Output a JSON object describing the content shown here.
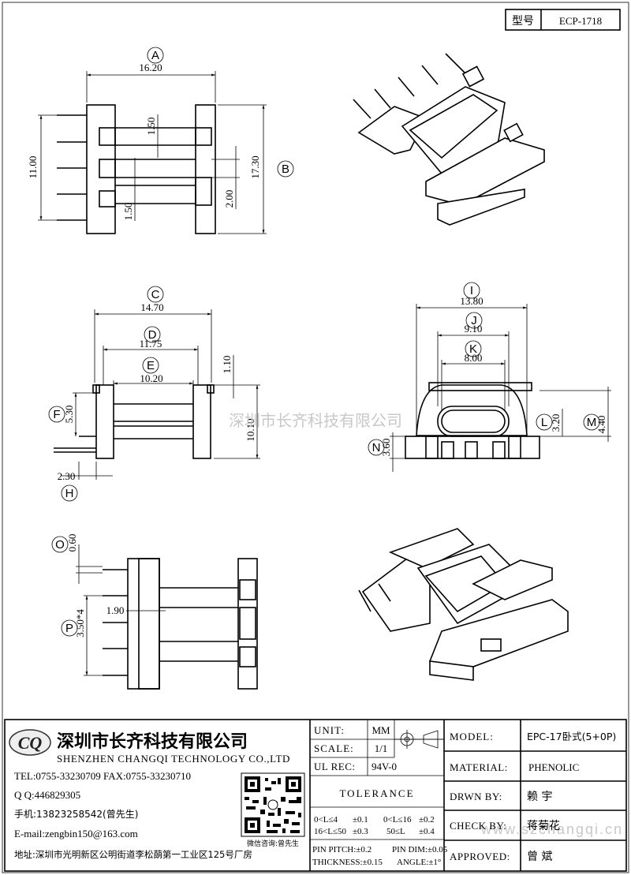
{
  "model_box": {
    "label": "型号",
    "value": "ECP-1718"
  },
  "dims": {
    "A": {
      "letter": "A",
      "value": "16.20"
    },
    "B": {
      "letter": "B",
      "value": "17.30"
    },
    "left_h": "11.00",
    "p150a": "1.50",
    "p150b": "1.50",
    "p200": "2.00",
    "C": {
      "letter": "C",
      "value": "14.70"
    },
    "D": {
      "letter": "D",
      "value": "11.75"
    },
    "E": {
      "letter": "E",
      "value": "10.20"
    },
    "F": {
      "letter": "F",
      "value": "5.30"
    },
    "G_val": "1.10",
    "h1010": "10.10",
    "H": {
      "letter": "H",
      "value": "2.30"
    },
    "I": {
      "letter": "I",
      "value": "13.80"
    },
    "J": {
      "letter": "J",
      "value": "9.10"
    },
    "K": {
      "letter": "K",
      "value": "8.00"
    },
    "L": {
      "letter": "L",
      "value": "3.20"
    },
    "M": {
      "letter": "M",
      "value": "4.40"
    },
    "N": {
      "letter": "N",
      "value": "3.60"
    },
    "O": {
      "letter": "O",
      "value": "0.60"
    },
    "P": {
      "letter": "P",
      "value": "3.50*4"
    },
    "p190": "1.90"
  },
  "watermark": {
    "cn": "深圳市长齐科技有限公司",
    "url": "www.szchangqi.cn"
  },
  "company": {
    "logo_text": "CQ",
    "name_cn": "深圳市长齐科技有限公司",
    "name_en": "SHENZHEN CHANGQI TECHNOLOGY CO.,LTD",
    "tel": "TEL:0755-33230709 FAX:0755-33230710",
    "qq": "Q Q:446829305",
    "mobile": "手机:13823258542(曾先生)",
    "email": "E-mail:zengbin150@163.com",
    "address": "地址:深圳市光明新区公明街道李松蓢第一工业区125号厂房",
    "qr_caption": "微信咨询:曾先生"
  },
  "spec": {
    "unit_label": "UNIT:",
    "unit_value": "MM",
    "scale_label": "SCALE:",
    "scale_value": "1/1",
    "ulrec_label": "UL REC:",
    "ulrec_value": "94V-0",
    "tolerance": "TOLERANCE",
    "tol1a": "0<L≤4",
    "tol1b": "±0.1",
    "tol1c": "0<L≤16",
    "tol1d": "±0.2",
    "tol2a": "16<L≤50",
    "tol2b": "±0.3",
    "tol2c": "50≤L",
    "tol2d": "±0.4",
    "pin_pitch": "PIN PITCH:±0.2",
    "pin_dim": "PIN  DIM:±0.05",
    "thickness": "THICKNESS:±0.15",
    "angle": "ANGLE:±1°"
  },
  "title": {
    "model_label": "MODEL:",
    "model_value": "EPC-17卧式(5+0P)",
    "material_label": "MATERIAL:",
    "material_value": "PHENOLIC",
    "drawn_label": "DRWN BY:",
    "drawn_value": "赖  宇",
    "check_label": "CHECK BY:",
    "check_value": "蒋菊花",
    "approved_label": "APPROVED:",
    "approved_value": "曾  斌"
  }
}
